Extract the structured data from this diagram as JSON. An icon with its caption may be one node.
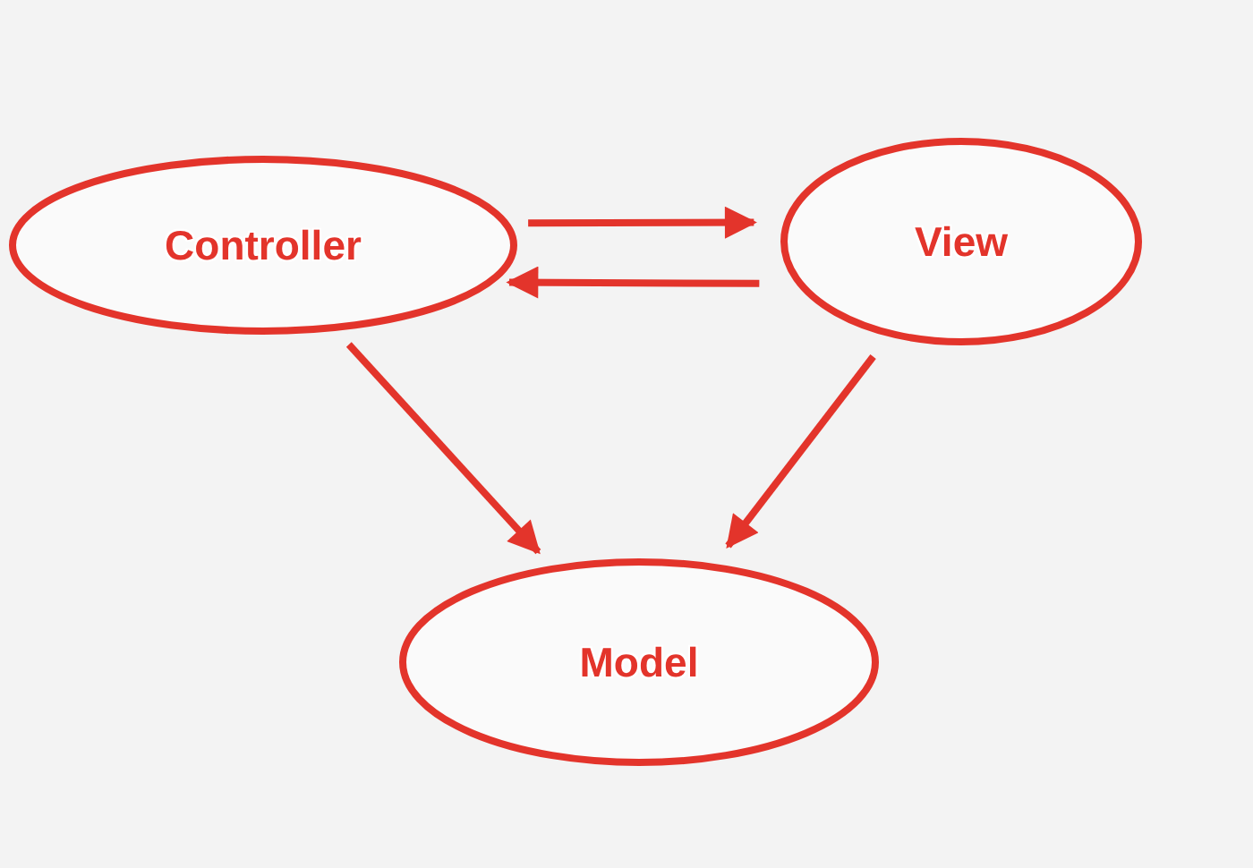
{
  "diagram": {
    "nodes": [
      {
        "text": [
          "Controller"
        ]
      },
      {
        "text": [
          "View"
        ]
      },
      {
        "text": [
          "Model"
        ]
      }
    ],
    "edges": [
      {
        "from": 0,
        "to": 1,
        "arrow": "to"
      },
      {
        "from": 1,
        "to": 0,
        "arrow": "to"
      },
      {
        "from": 0,
        "to": 2,
        "arrow": "to"
      },
      {
        "from": 1,
        "to": 2,
        "arrow": "to"
      }
    ]
  }
}
